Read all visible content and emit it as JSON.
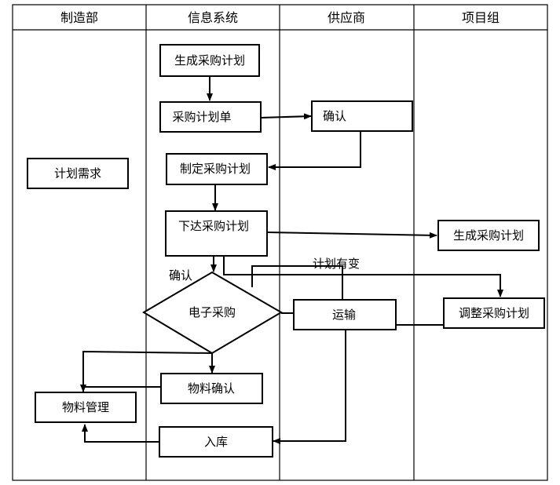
{
  "lanes": [
    {
      "id": "manufacturing",
      "label": "制造部"
    },
    {
      "id": "info_system",
      "label": "信息系统"
    },
    {
      "id": "supplier",
      "label": "供应商"
    },
    {
      "id": "project_group",
      "label": "项目组"
    }
  ],
  "nodes": {
    "plan_demand": "计划需求",
    "generate_plan": "生成采购计划",
    "purchase_order": "采购计划单",
    "confirm": "确认",
    "make_plan": "制定采购计划",
    "issue_plan": "下达采购计划",
    "generate_plan_project": "生成采购计划",
    "e_procurement": "电子采购",
    "transport": "运输",
    "adjust_plan": "调整采购计划",
    "material_confirm": "物料确认",
    "material_mgmt": "物料管理",
    "warehousing": "入库"
  },
  "edge_labels": {
    "confirm_label": "确认",
    "plan_change_label": "计划有变"
  }
}
